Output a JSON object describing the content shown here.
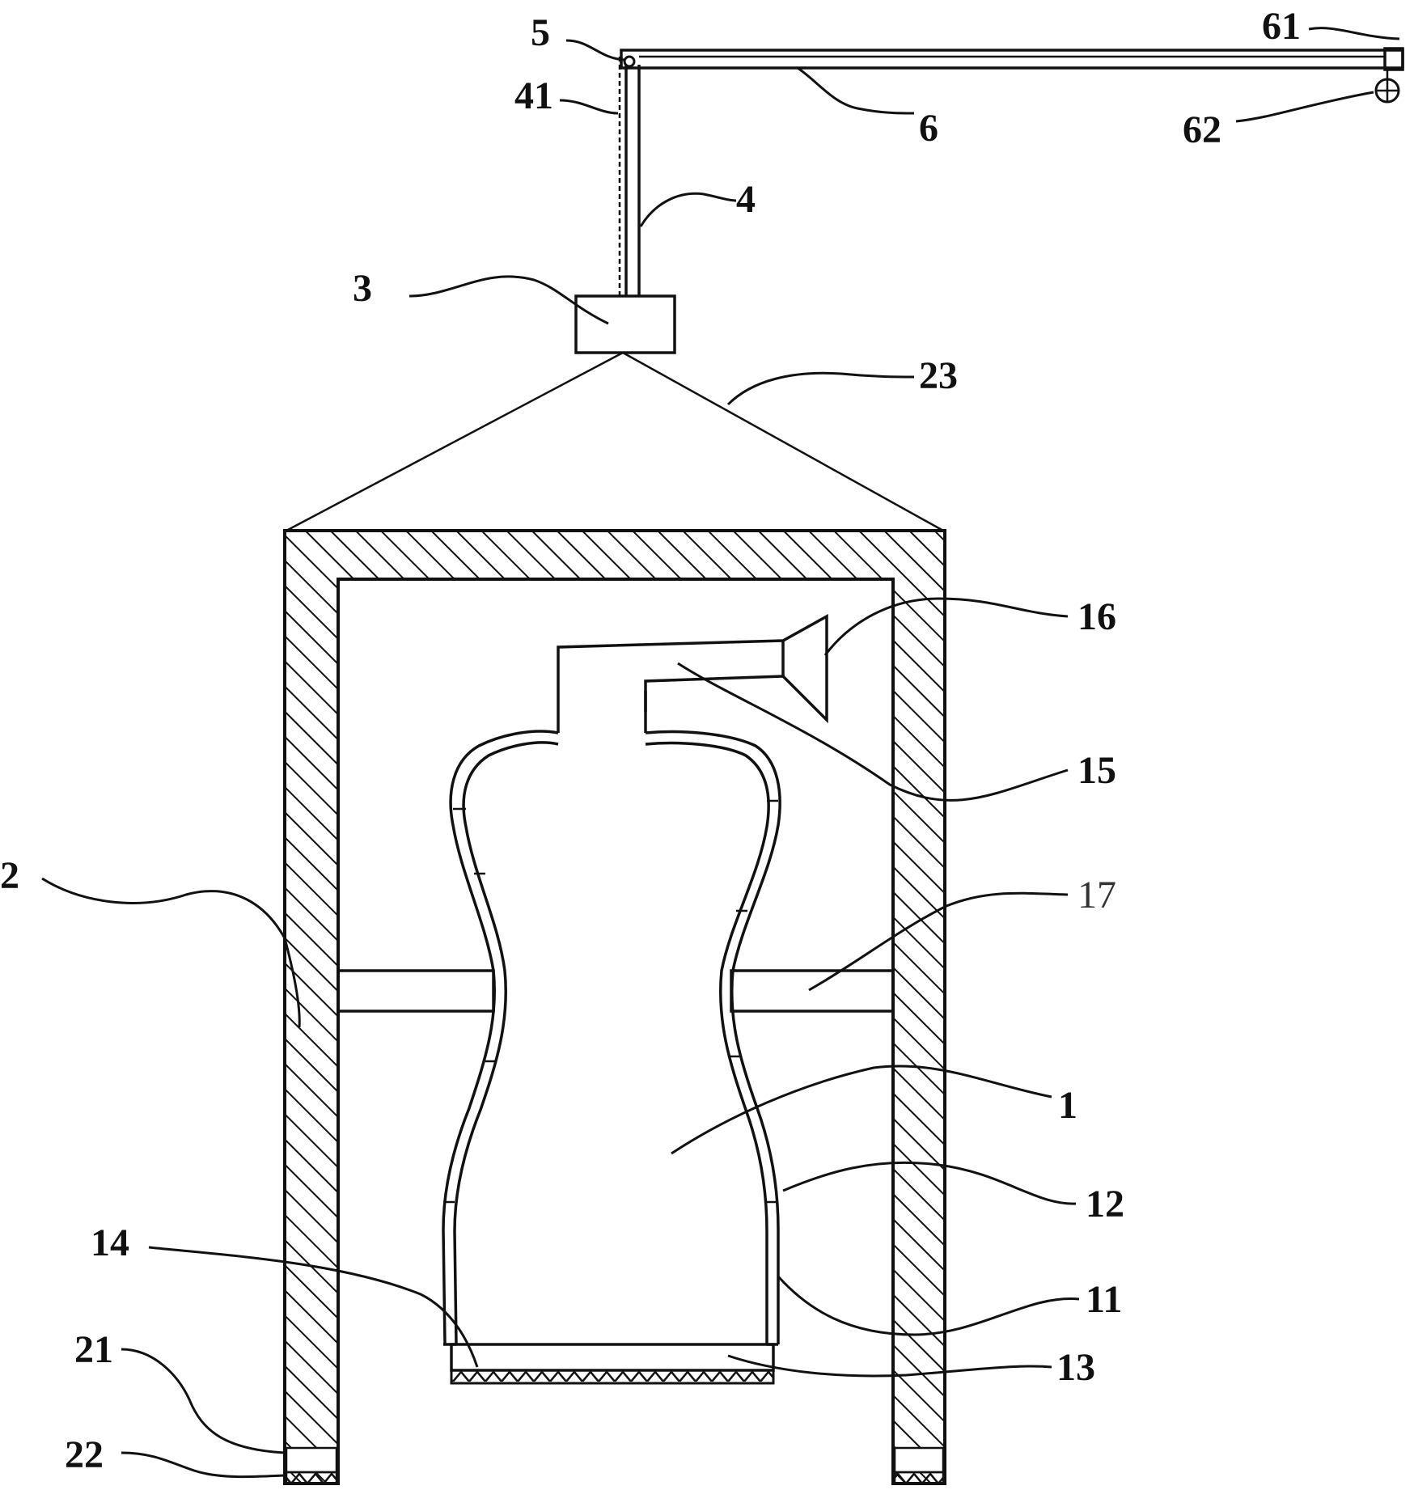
{
  "labels": {
    "l1": "1",
    "l2": "2",
    "l3": "3",
    "l4": "4",
    "l41": "41",
    "l5": "5",
    "l6": "6",
    "l61": "61",
    "l62": "62",
    "l11": "11",
    "l12": "12",
    "l13": "13",
    "l14": "14",
    "l15": "15",
    "l16": "16",
    "l17": "17",
    "l21": "21",
    "l22": "22",
    "l23": "23"
  }
}
